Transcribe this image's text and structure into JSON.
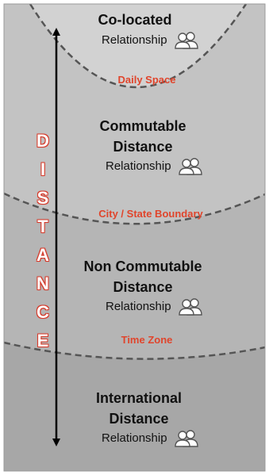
{
  "zones": [
    {
      "heading": "Co-located",
      "subtitle": "Relationship"
    },
    {
      "heading_line1": "Commutable",
      "heading_line2": "Distance",
      "subtitle": "Relationship"
    },
    {
      "heading_line1": "Non Commutable",
      "heading_line2": "Distance",
      "subtitle": "Relationship"
    },
    {
      "heading_line1": "International",
      "heading_line2": "Distance",
      "subtitle": "Relationship"
    }
  ],
  "boundaries": [
    "Daily Space",
    "City / State Boundary",
    "Time Zone"
  ],
  "axis_label_letters": [
    "D",
    "I",
    "S",
    "T",
    "A",
    "N",
    "C",
    "E"
  ],
  "colors": {
    "accent": "#e0452c",
    "zone1": "#d2d2d2",
    "zone2": "#c3c3c3",
    "zone3": "#b5b5b5",
    "zone4": "#a7a7a7"
  },
  "icons": {
    "relationship": "people-icon",
    "axis": "double-arrow-icon"
  }
}
